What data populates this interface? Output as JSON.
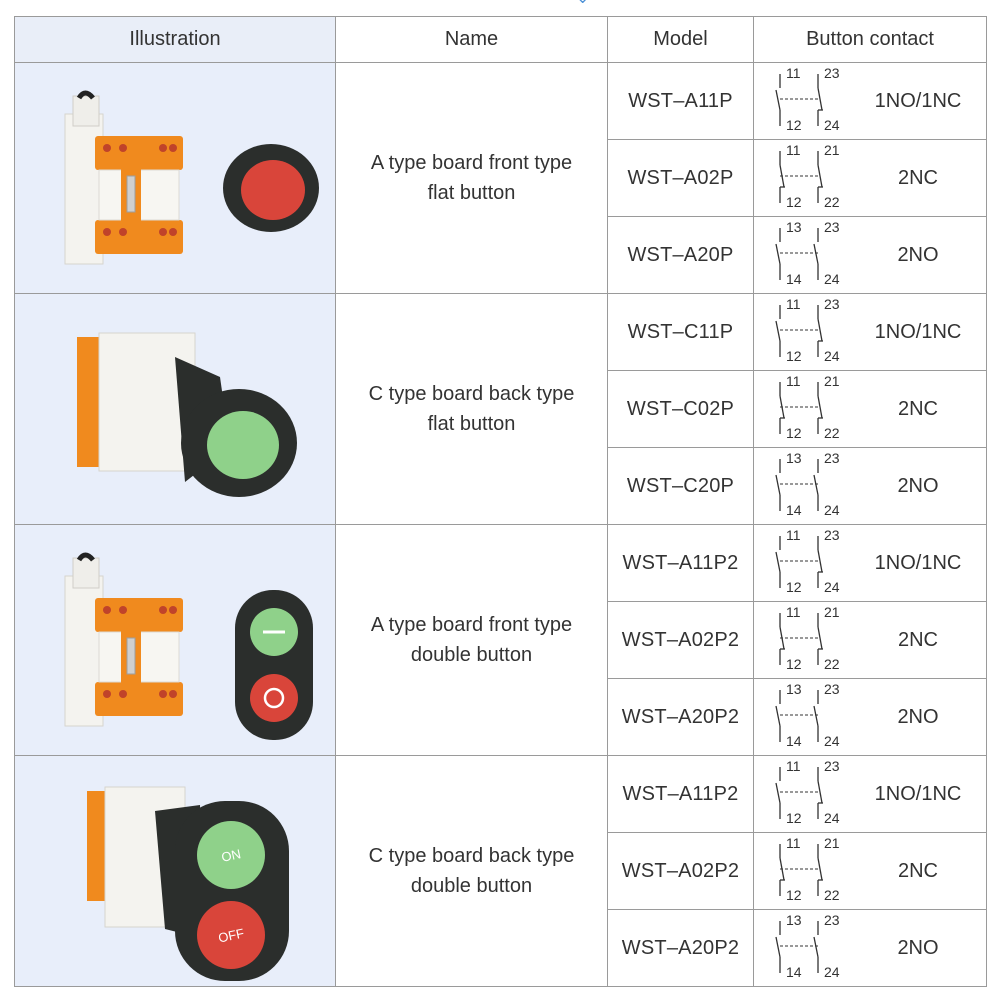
{
  "table": {
    "headers": {
      "illustration": "Illustration",
      "name": "Name",
      "model": "Model",
      "contact": "Button contact"
    },
    "groups": [
      {
        "name_line1": "A type board front type",
        "name_line2": "flat button",
        "rows": [
          {
            "model": "WST–A11P",
            "t1": "11",
            "t2": "23",
            "b1": "12",
            "b2": "24",
            "kind": "NO/NC",
            "label": "1NO/1NC"
          },
          {
            "model": "WST–A02P",
            "t1": "11",
            "t2": "21",
            "b1": "12",
            "b2": "22",
            "kind": "NC/NC",
            "label": "2NC"
          },
          {
            "model": "WST–A20P",
            "t1": "13",
            "t2": "23",
            "b1": "14",
            "b2": "24",
            "kind": "NO/NO",
            "label": "2NO"
          }
        ]
      },
      {
        "name_line1": "C type board back type",
        "name_line2": "flat button",
        "rows": [
          {
            "model": "WST–C11P",
            "t1": "11",
            "t2": "23",
            "b1": "12",
            "b2": "24",
            "kind": "NO/NC",
            "label": "1NO/1NC"
          },
          {
            "model": "WST–C02P",
            "t1": "11",
            "t2": "21",
            "b1": "12",
            "b2": "22",
            "kind": "NC/NC",
            "label": "2NC"
          },
          {
            "model": "WST–C20P",
            "t1": "13",
            "t2": "23",
            "b1": "14",
            "b2": "24",
            "kind": "NO/NO",
            "label": "2NO"
          }
        ]
      },
      {
        "name_line1": "A type board front type",
        "name_line2": "double button",
        "rows": [
          {
            "model": "WST–A11P2",
            "t1": "11",
            "t2": "23",
            "b1": "12",
            "b2": "24",
            "kind": "NO/NC",
            "label": "1NO/1NC"
          },
          {
            "model": "WST–A02P2",
            "t1": "11",
            "t2": "21",
            "b1": "12",
            "b2": "22",
            "kind": "NC/NC",
            "label": "2NC"
          },
          {
            "model": "WST–A20P2",
            "t1": "13",
            "t2": "23",
            "b1": "14",
            "b2": "24",
            "kind": "NO/NO",
            "label": "2NO"
          }
        ]
      },
      {
        "name_line1": "C type board back type",
        "name_line2": "double button",
        "rows": [
          {
            "model": "WST–A11P2",
            "t1": "11",
            "t2": "23",
            "b1": "12",
            "b2": "24",
            "kind": "NO/NC",
            "label": "1NO/1NC"
          },
          {
            "model": "WST–A02P2",
            "t1": "11",
            "t2": "21",
            "b1": "12",
            "b2": "22",
            "kind": "NC/NC",
            "label": "2NC"
          },
          {
            "model": "WST–A20P2",
            "t1": "13",
            "t2": "23",
            "b1": "14",
            "b2": "24",
            "kind": "NO/NO",
            "label": "2NO"
          }
        ]
      }
    ]
  },
  "illustrations": {
    "group4": {
      "top_button_label": "ON",
      "bottom_button_label": "OFF"
    }
  },
  "colors": {
    "header_illustration_bg": "#e9eef8",
    "illustration_bg": "#e8eefa",
    "border": "#9a9a9a",
    "orange_block": "#f08a1e",
    "red_button": "#d9453a",
    "green_button": "#8fd18a",
    "button_body": "#2b2e2c"
  }
}
